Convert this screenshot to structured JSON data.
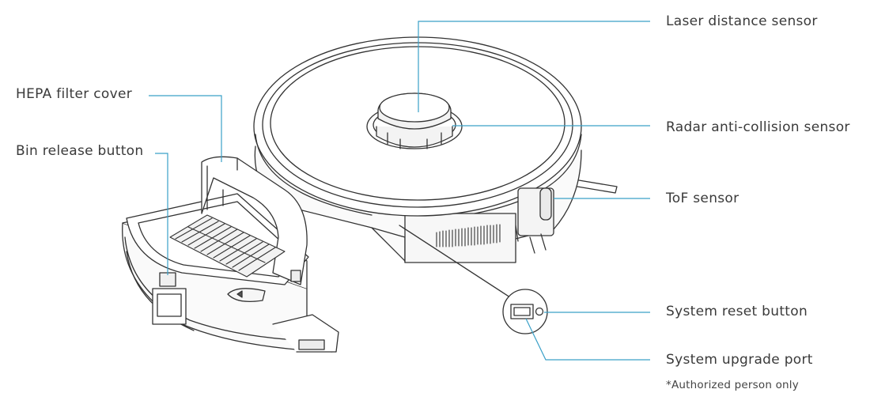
{
  "labels": {
    "laser_distance_sensor": "Laser distance sensor",
    "hepa_filter_cover": "HEPA filter cover",
    "bin_release_button": "Bin release button",
    "radar_anti_collision_sensor": "Radar anti-collision sensor",
    "tof_sensor": "ToF sensor",
    "system_reset_button": "System reset button",
    "system_upgrade_port": "System upgrade port",
    "authorized_note": "*Authorized person only"
  },
  "colors": {
    "leader_line": "#3aa0c8",
    "outline": "#333333",
    "text": "#3a3a3a"
  }
}
